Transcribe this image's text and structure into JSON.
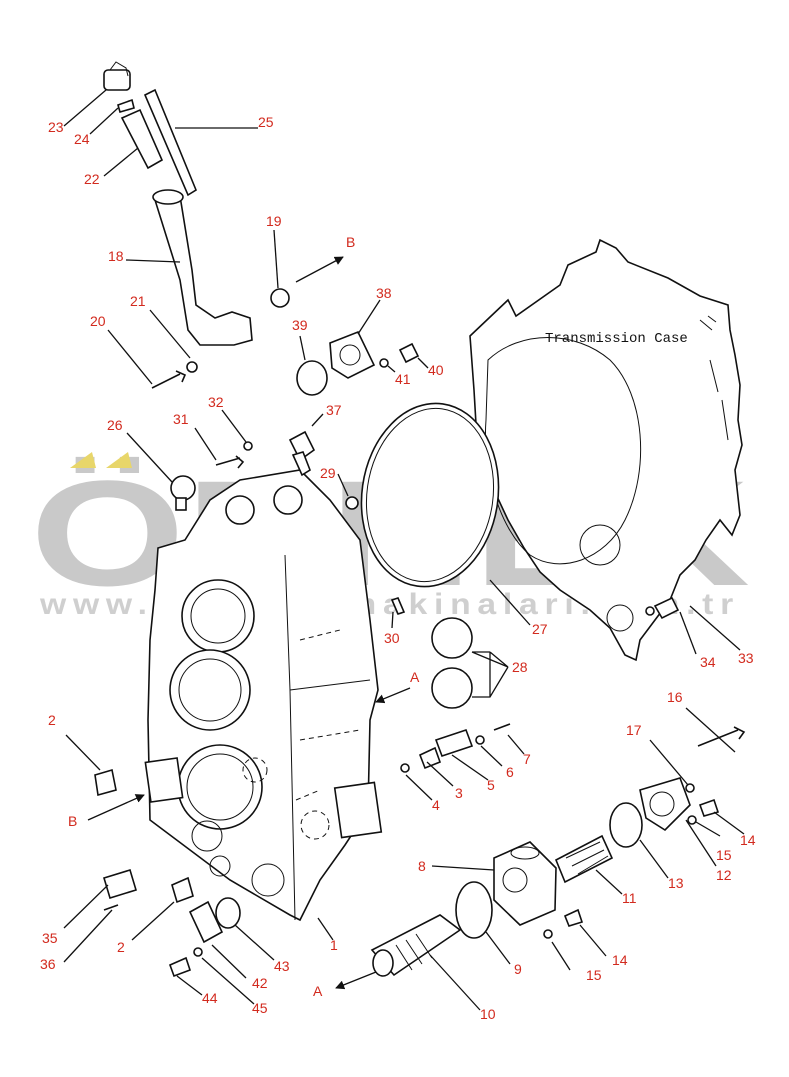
{
  "diagram": {
    "case_label": "Transmission Case",
    "watermark": {
      "brand": "ÖRNEK",
      "url": "www.orneksismakinalari.com.tr"
    },
    "callouts": [
      "1",
      "2",
      "2",
      "3",
      "4",
      "5",
      "6",
      "7",
      "8",
      "9",
      "10",
      "11",
      "12",
      "13",
      "14",
      "14",
      "15",
      "15",
      "16",
      "17",
      "18",
      "19",
      "20",
      "21",
      "22",
      "23",
      "24",
      "25",
      "26",
      "27",
      "28",
      "29",
      "30",
      "31",
      "32",
      "33",
      "34",
      "35",
      "36",
      "37",
      "38",
      "39",
      "40",
      "41",
      "42",
      "43",
      "44",
      "45"
    ],
    "arrow_labels": [
      "A",
      "A",
      "B",
      "B"
    ],
    "colors": {
      "callout": "#d22a1e",
      "linework": "#111111",
      "watermark": "#c9c9c9",
      "watermark_accent": "#e8d66a"
    }
  }
}
